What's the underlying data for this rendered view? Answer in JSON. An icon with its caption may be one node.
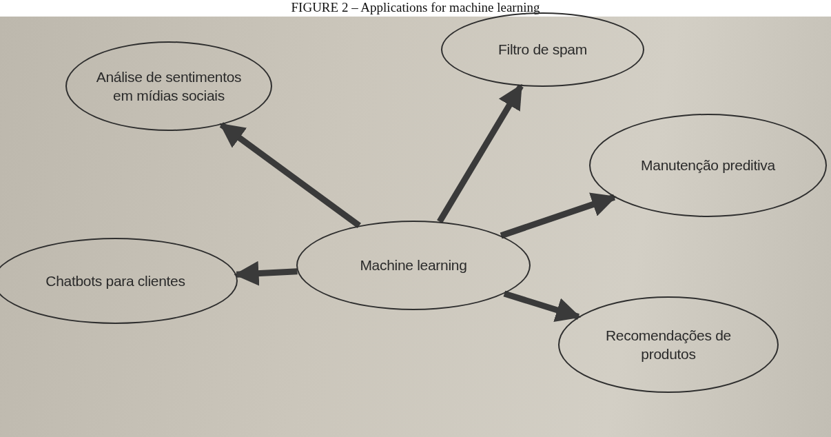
{
  "diagram": {
    "title": "FIGURE 2 – Applications for machine learning",
    "nodes": [
      {
        "text": [
          "Análise de sentimentos em mídias sociais"
        ]
      },
      {
        "text": [
          "Filtro de spam"
        ]
      },
      {
        "text": [
          "Manutenção preditiva"
        ]
      },
      {
        "text": [
          "Machine learning"
        ]
      },
      {
        "text": [
          "Chatbots para clientes"
        ]
      },
      {
        "text": [
          "Recomendações de produtos"
        ]
      }
    ],
    "edges": [
      {
        "from": 3,
        "to": 0,
        "arrow": "to"
      },
      {
        "from": 3,
        "to": 1,
        "arrow": "to"
      },
      {
        "from": 3,
        "to": 2,
        "arrow": "to"
      },
      {
        "from": 3,
        "to": 4,
        "arrow": "to"
      },
      {
        "from": 3,
        "to": 5,
        "arrow": "to"
      }
    ]
  }
}
